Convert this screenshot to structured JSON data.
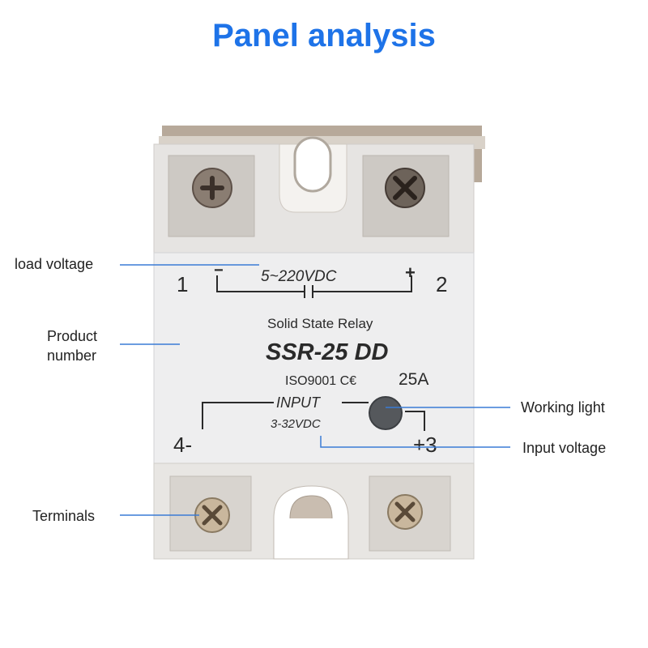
{
  "title": "Panel analysis",
  "colors": {
    "accent": "#1e73e8",
    "leader_line": "#3a7bd5",
    "relay_face": "#eeeeef",
    "indicator_light": "#55585c"
  },
  "annotations": {
    "load_voltage": "load voltage",
    "product_number_line1": "Product",
    "product_number_line2": "number",
    "terminals": "Terminals",
    "working_light": "Working light",
    "input_voltage": "Input voltage"
  },
  "relay": {
    "load_range": "5~220VDC",
    "load_minus": "−",
    "load_plus": "+",
    "terminal_1": "1",
    "terminal_2": "2",
    "terminal_3": "+3",
    "terminal_4": "4-",
    "type_label": "Solid State Relay",
    "model": "SSR-25 DD",
    "certification": "ISO9001 C€",
    "current_rating": "25A",
    "input_label": "INPUT",
    "input_range": "3-32VDC"
  }
}
